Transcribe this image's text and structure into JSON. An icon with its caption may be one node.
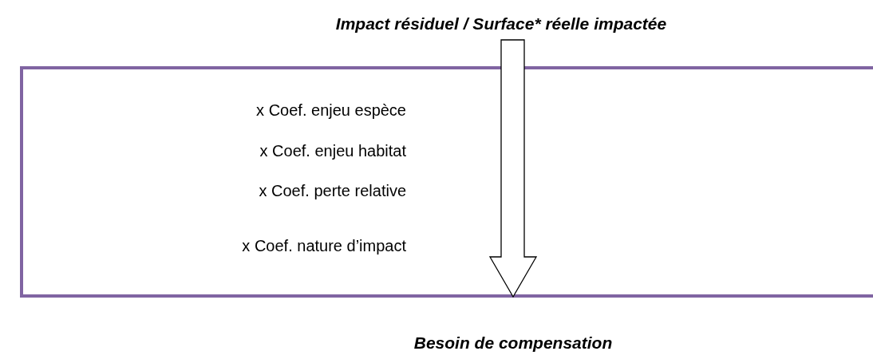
{
  "diagram": {
    "nodes": [
      {
        "text": [
          "Impact résiduel / Surface* réelle impactée"
        ]
      },
      {
        "text": [
          "x Coef. enjeu espèce",
          "x Coef. enjeu habitat",
          "x Coef. perte relative",
          "x Coef. nature d’impact"
        ]
      },
      {
        "text": [
          "Besoin de compensation"
        ]
      }
    ],
    "edges": [
      {
        "from": 0,
        "to": 2,
        "arrow": "to"
      }
    ]
  }
}
